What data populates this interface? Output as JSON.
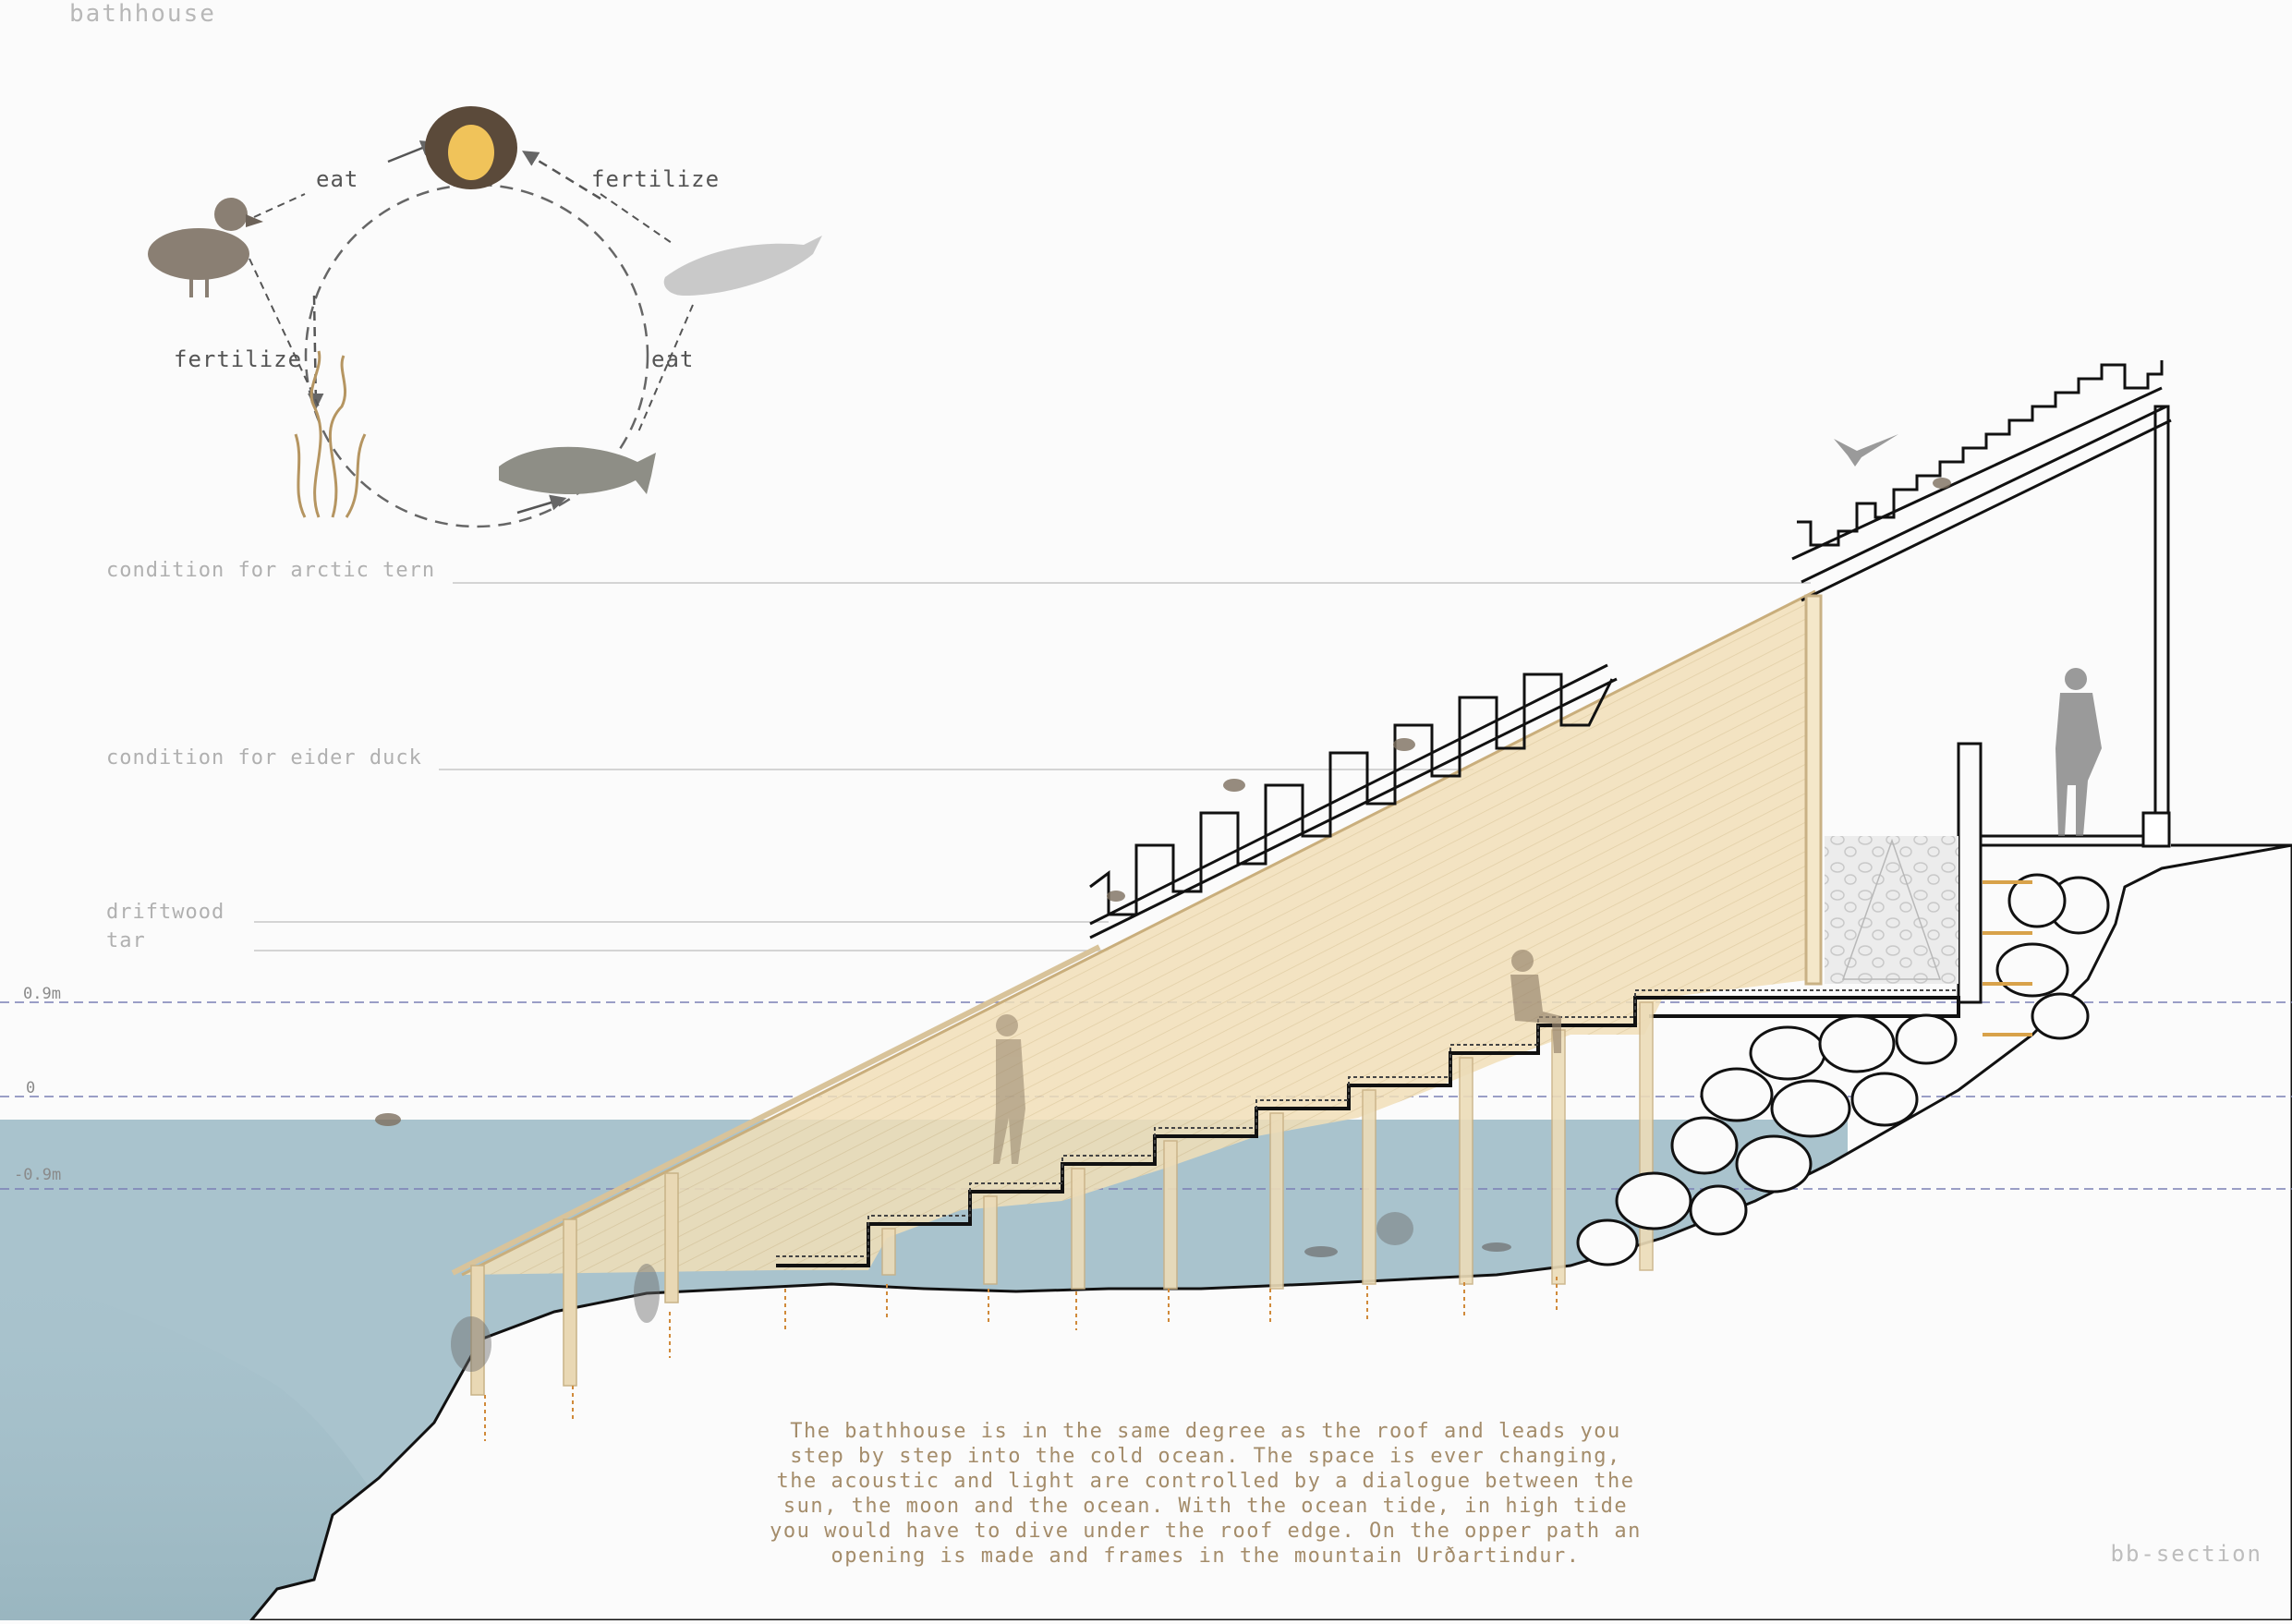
{
  "title": "bathhouse",
  "cycle": {
    "arrows": [
      {
        "from": "eider duck",
        "to": "blue mussel",
        "label": "eat"
      },
      {
        "from": "seal",
        "to": "blue mussel",
        "label": "fertilize"
      },
      {
        "from": "seal",
        "to": "cod",
        "label": "eat"
      },
      {
        "from": "eider duck",
        "to": "seaweed",
        "label": "fertilize"
      }
    ],
    "organisms": [
      {
        "name": "eider-duck-icon"
      },
      {
        "name": "mussel-icon"
      },
      {
        "name": "seal-icon"
      },
      {
        "name": "seaweed-icon"
      },
      {
        "name": "cod-icon"
      }
    ]
  },
  "conditions": {
    "arctic_tern": "condition for arctic tern",
    "eider_duck": "condition for eider duck",
    "driftwood": "driftwood",
    "tar": "tar"
  },
  "levels": [
    {
      "label": "0.9m"
    },
    {
      "label": "0"
    },
    {
      "label": "-0.9m"
    }
  ],
  "description": "The bathhouse is in the same degree as the roof and leads you step by step into the cold ocean. The space is ever changing, the acoustic and light are controlled by a dialogue between the sun, the moon and the ocean. With the ocean tide, in high tide you would have to dive under the roof edge. On the opper path an opening is made and frames in the mountain Urðartindur.",
  "section_tag": "bb-section",
  "colors": {
    "water": "#a9c3cd",
    "wood": "#efdcb4",
    "guide_line": "#7b7fb5",
    "text_brown": "#a48c6a",
    "arrow": "#555555"
  }
}
